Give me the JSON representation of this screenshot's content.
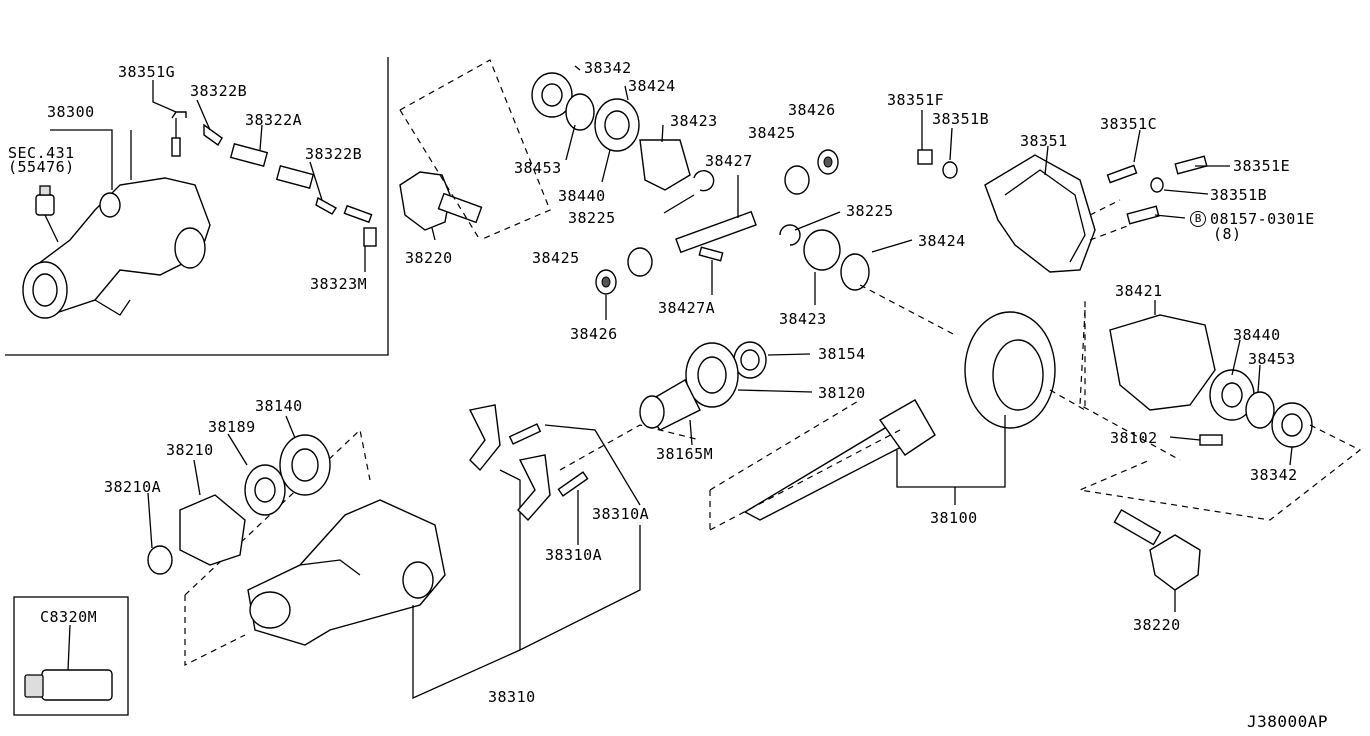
{
  "diagram": {
    "code": "J38000AP",
    "inset_top_left": {
      "labels": [
        "38300",
        "SEC.431",
        "(55476)",
        "38351G",
        "38322B",
        "38322A",
        "38322B",
        "38323M"
      ]
    },
    "inset_bottom_left": {
      "label": "C8320M"
    },
    "callouts": {
      "c38342a": "38342",
      "c38424a": "38424",
      "c38423a": "38423",
      "c38453a": "38453",
      "c38440a": "38440",
      "c38225a": "38225",
      "c38220a": "38220",
      "c38427": "38427",
      "c38425a": "38425",
      "c38426a": "38426",
      "c38425b": "38425",
      "c38426b": "38426",
      "c38427A": "38427A",
      "c38225b": "38225",
      "c38424b": "38424",
      "c38423b": "38423",
      "c38351F": "38351F",
      "c38351Ba": "38351B",
      "c38351": "38351",
      "c38351C": "38351C",
      "c38351E": "38351E",
      "c38351Bb": "38351B",
      "c08157": "08157-0301E",
      "c08157q": "(8)",
      "c08157b": "B",
      "c38154": "38154",
      "c38120": "38120",
      "c38165M": "38165M",
      "c38421": "38421",
      "c38440b": "38440",
      "c38453b": "38453",
      "c38102": "38102",
      "c38342b": "38342",
      "c38100": "38100",
      "c38220b": "38220",
      "c38140": "38140",
      "c38189": "38189",
      "c38210": "38210",
      "c38210A": "38210A",
      "c38310Aa": "38310A",
      "c38310Ab": "38310A",
      "c38310": "38310"
    }
  }
}
